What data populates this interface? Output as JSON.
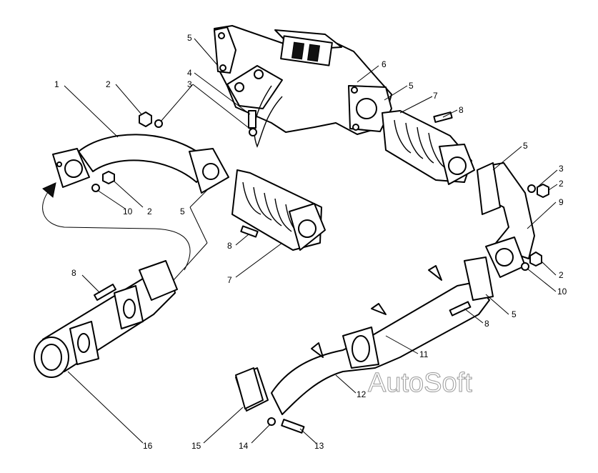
{
  "watermark": "AutoSoft",
  "callouts": {
    "c1": "1",
    "c2a": "2",
    "c2b": "2",
    "c2c": "2",
    "c2d": "2",
    "c3a": "3",
    "c3b": "3",
    "c4": "4",
    "c5a": "5",
    "c5b": "5",
    "c5c": "5",
    "c5d": "5",
    "c5e": "5",
    "c6": "6",
    "c7a": "7",
    "c7b": "7",
    "c8a": "8",
    "c8b": "8",
    "c8c": "8",
    "c8d": "8",
    "c9": "9",
    "c10a": "10",
    "c10b": "10",
    "c11": "11",
    "c12": "12",
    "c13": "13",
    "c14": "14",
    "c15": "15",
    "c16": "16"
  },
  "colors": {
    "line": "#000000",
    "watermark_outline": "#9a9a9a",
    "background": "#ffffff"
  }
}
